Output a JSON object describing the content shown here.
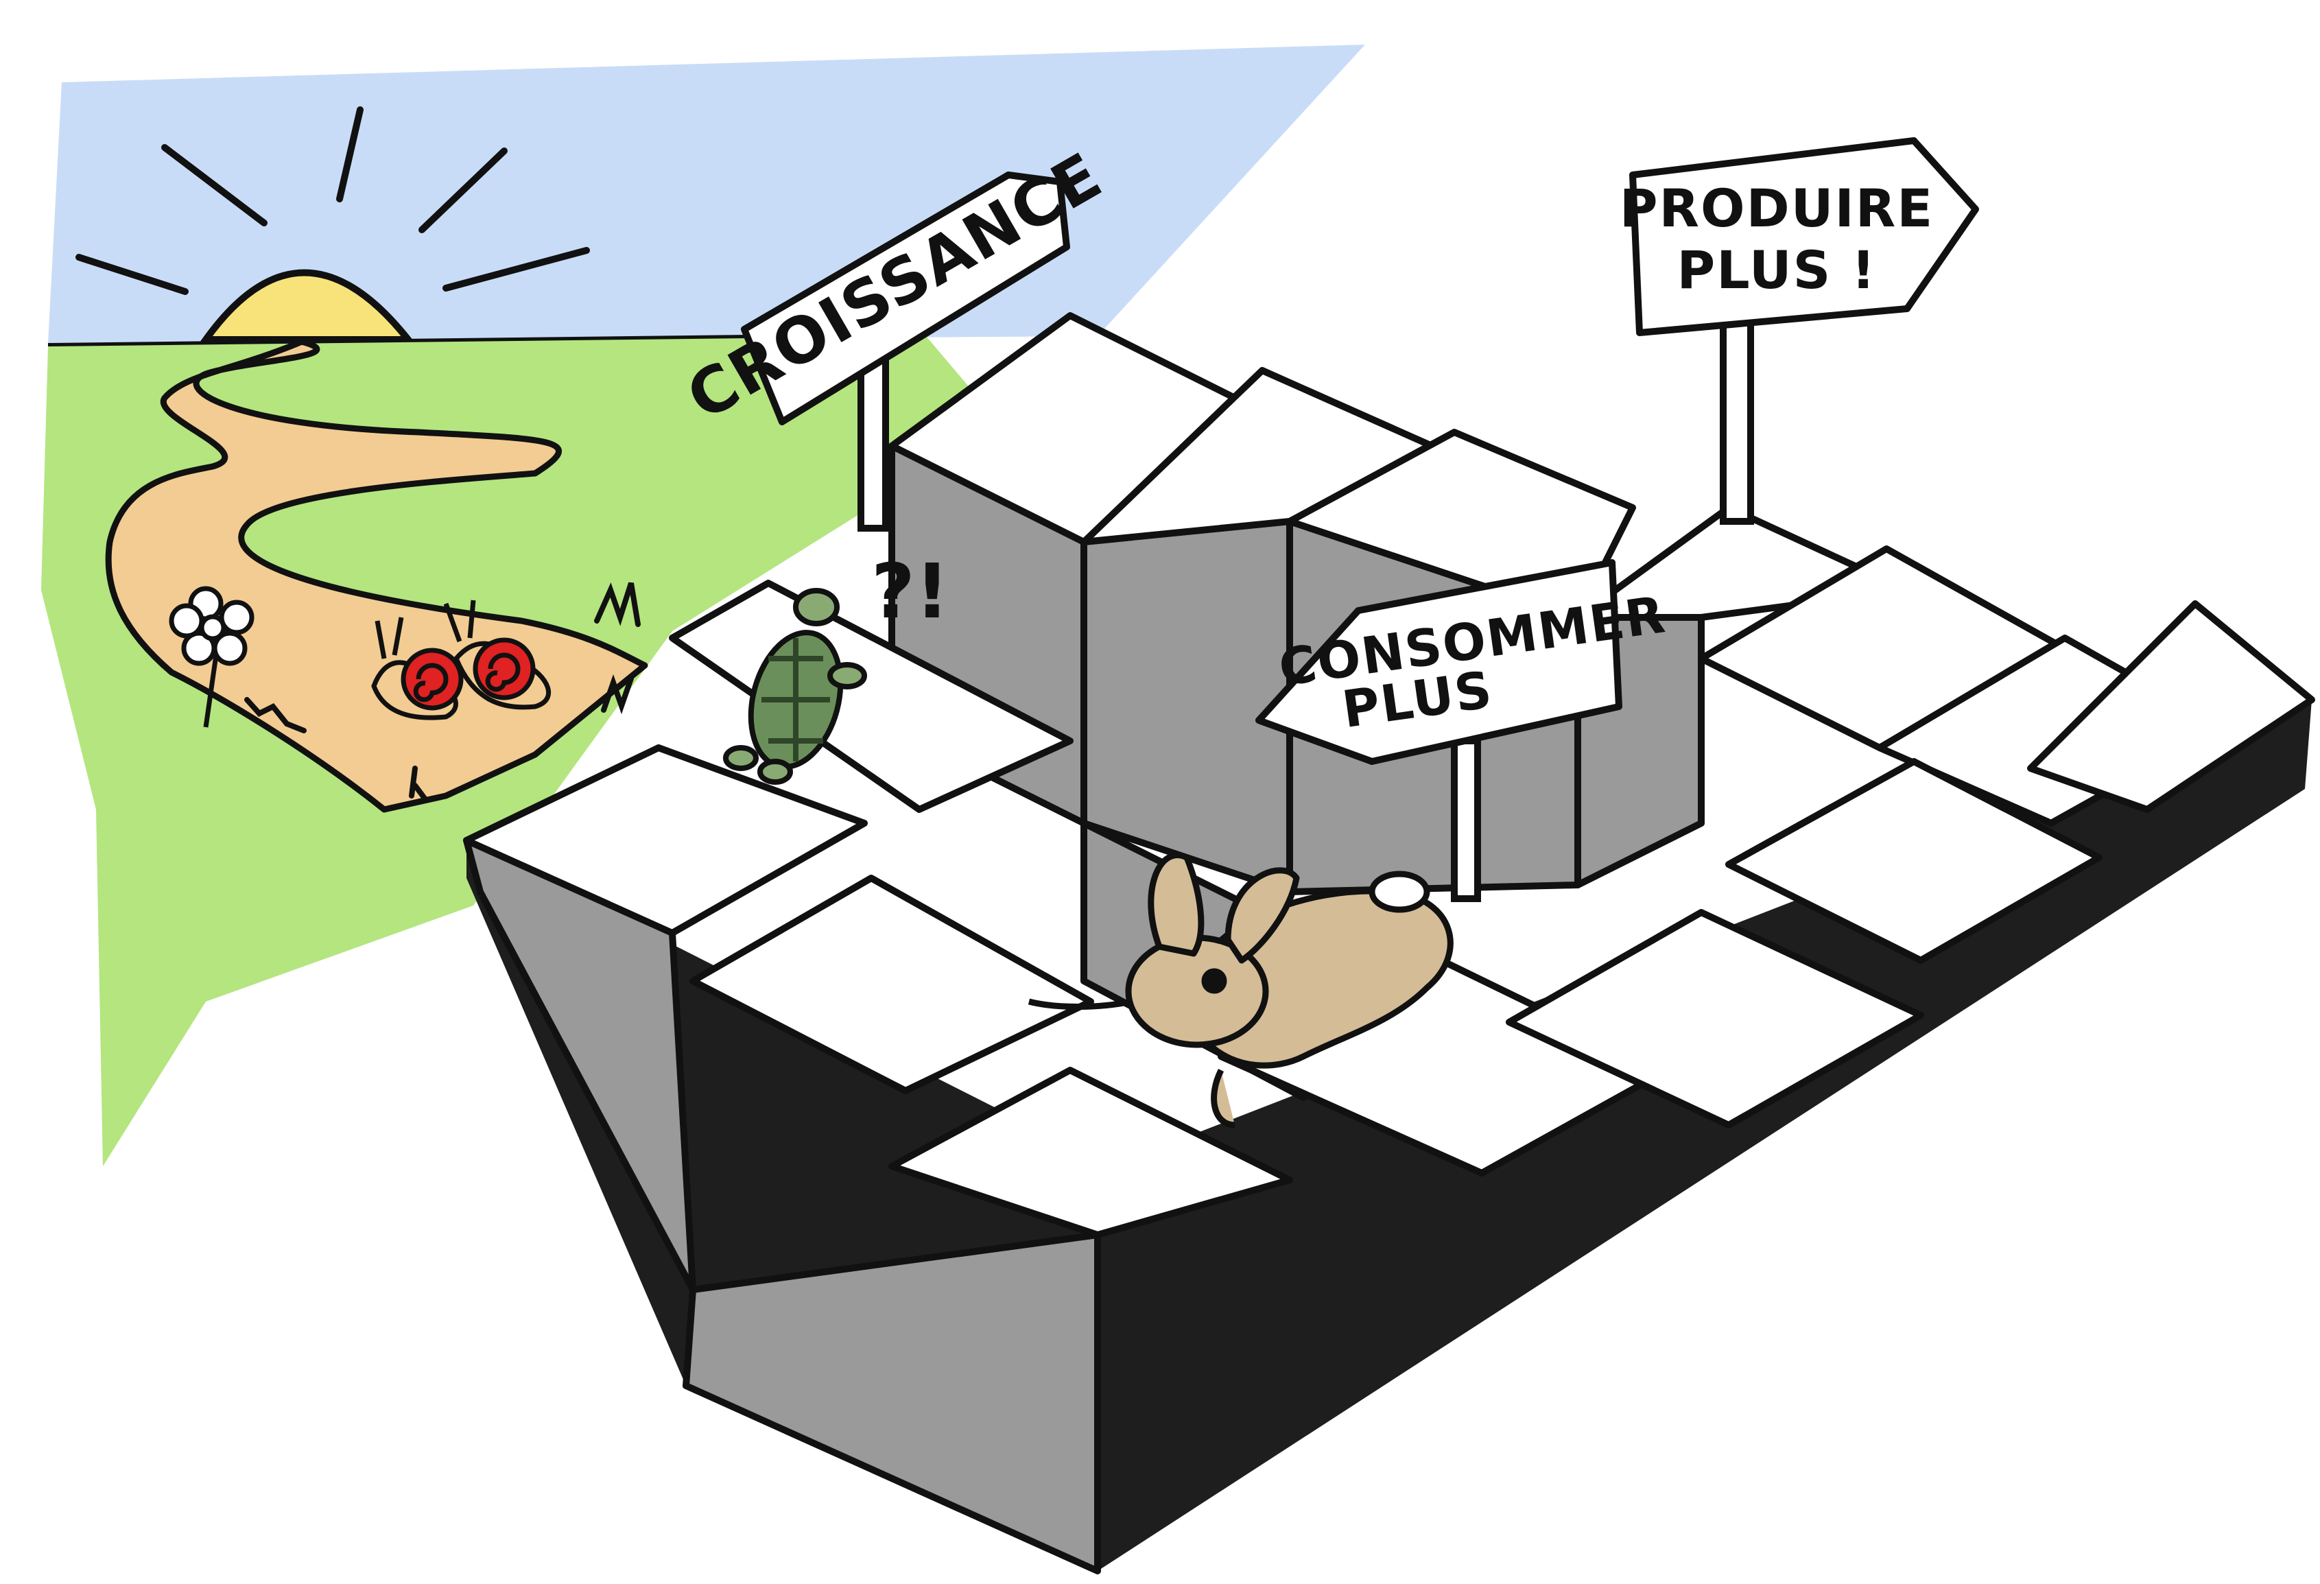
{
  "signs": {
    "croissance": "CROISSANCE",
    "produire_line1": "PRODUIRE",
    "produire_line2": "PLUS !",
    "consommer_line1": "CONSOMMER",
    "consommer_line2": "PLUS"
  },
  "tortoise_exclamation": "?!",
  "colors": {
    "sky": "#c9dcf7",
    "sun": "#f7e37a",
    "grass": "#b4e57f",
    "path": "#f2cc93",
    "stair_top": "#ffffff",
    "stair_riser": "#9a9a9a",
    "stair_shadow": "#1e1e1e",
    "tortoise": "#6b8f5a",
    "hare": "#d4bc97",
    "snail_shell": "#e02222",
    "outline": "#111111"
  },
  "icons": [
    "sun-icon",
    "tortoise-icon",
    "hare-icon",
    "snail-icon",
    "flower-icon"
  ]
}
